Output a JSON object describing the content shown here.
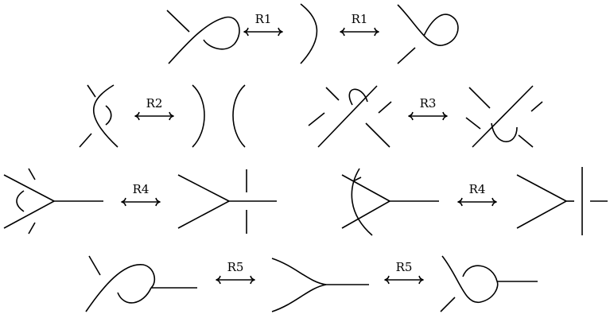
{
  "moves": {
    "r1": "R1",
    "r2": "R2",
    "r3": "R3",
    "r4": "R4",
    "r5": "R5"
  },
  "rows": [
    {
      "row": 1,
      "arrows": [
        "r1",
        "r1"
      ]
    },
    {
      "row": 2,
      "arrows": [
        "r2",
        "r3"
      ]
    },
    {
      "row": 3,
      "arrows": [
        "r4",
        "r4"
      ]
    },
    {
      "row": 4,
      "arrows": [
        "r5",
        "r5"
      ]
    }
  ]
}
